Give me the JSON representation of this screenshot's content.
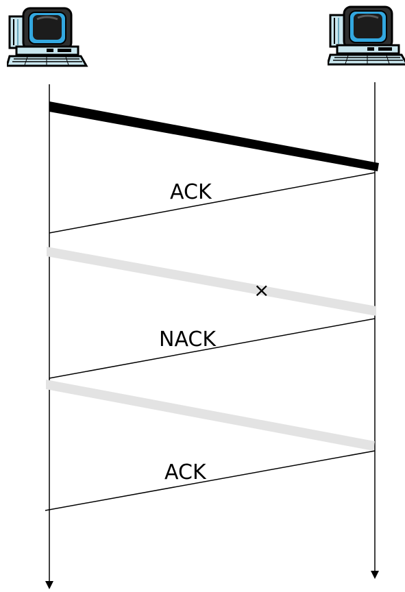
{
  "labels": {
    "ack_1": "ACK",
    "loss_mark": "×",
    "nack": "NACK",
    "ack_2": "ACK"
  },
  "icons": {
    "sender": "desktop-computer-icon",
    "receiver": "desktop-computer-icon"
  },
  "colors": {
    "timeline": "#000000",
    "data_packet": "#000000",
    "corrupted_packet": "#e3e3e3",
    "ack_line": "#000000",
    "monitor_frame": "#33a8e0",
    "monitor_screen": "#1c1c1c",
    "case_body": "#c9e6ee"
  }
}
